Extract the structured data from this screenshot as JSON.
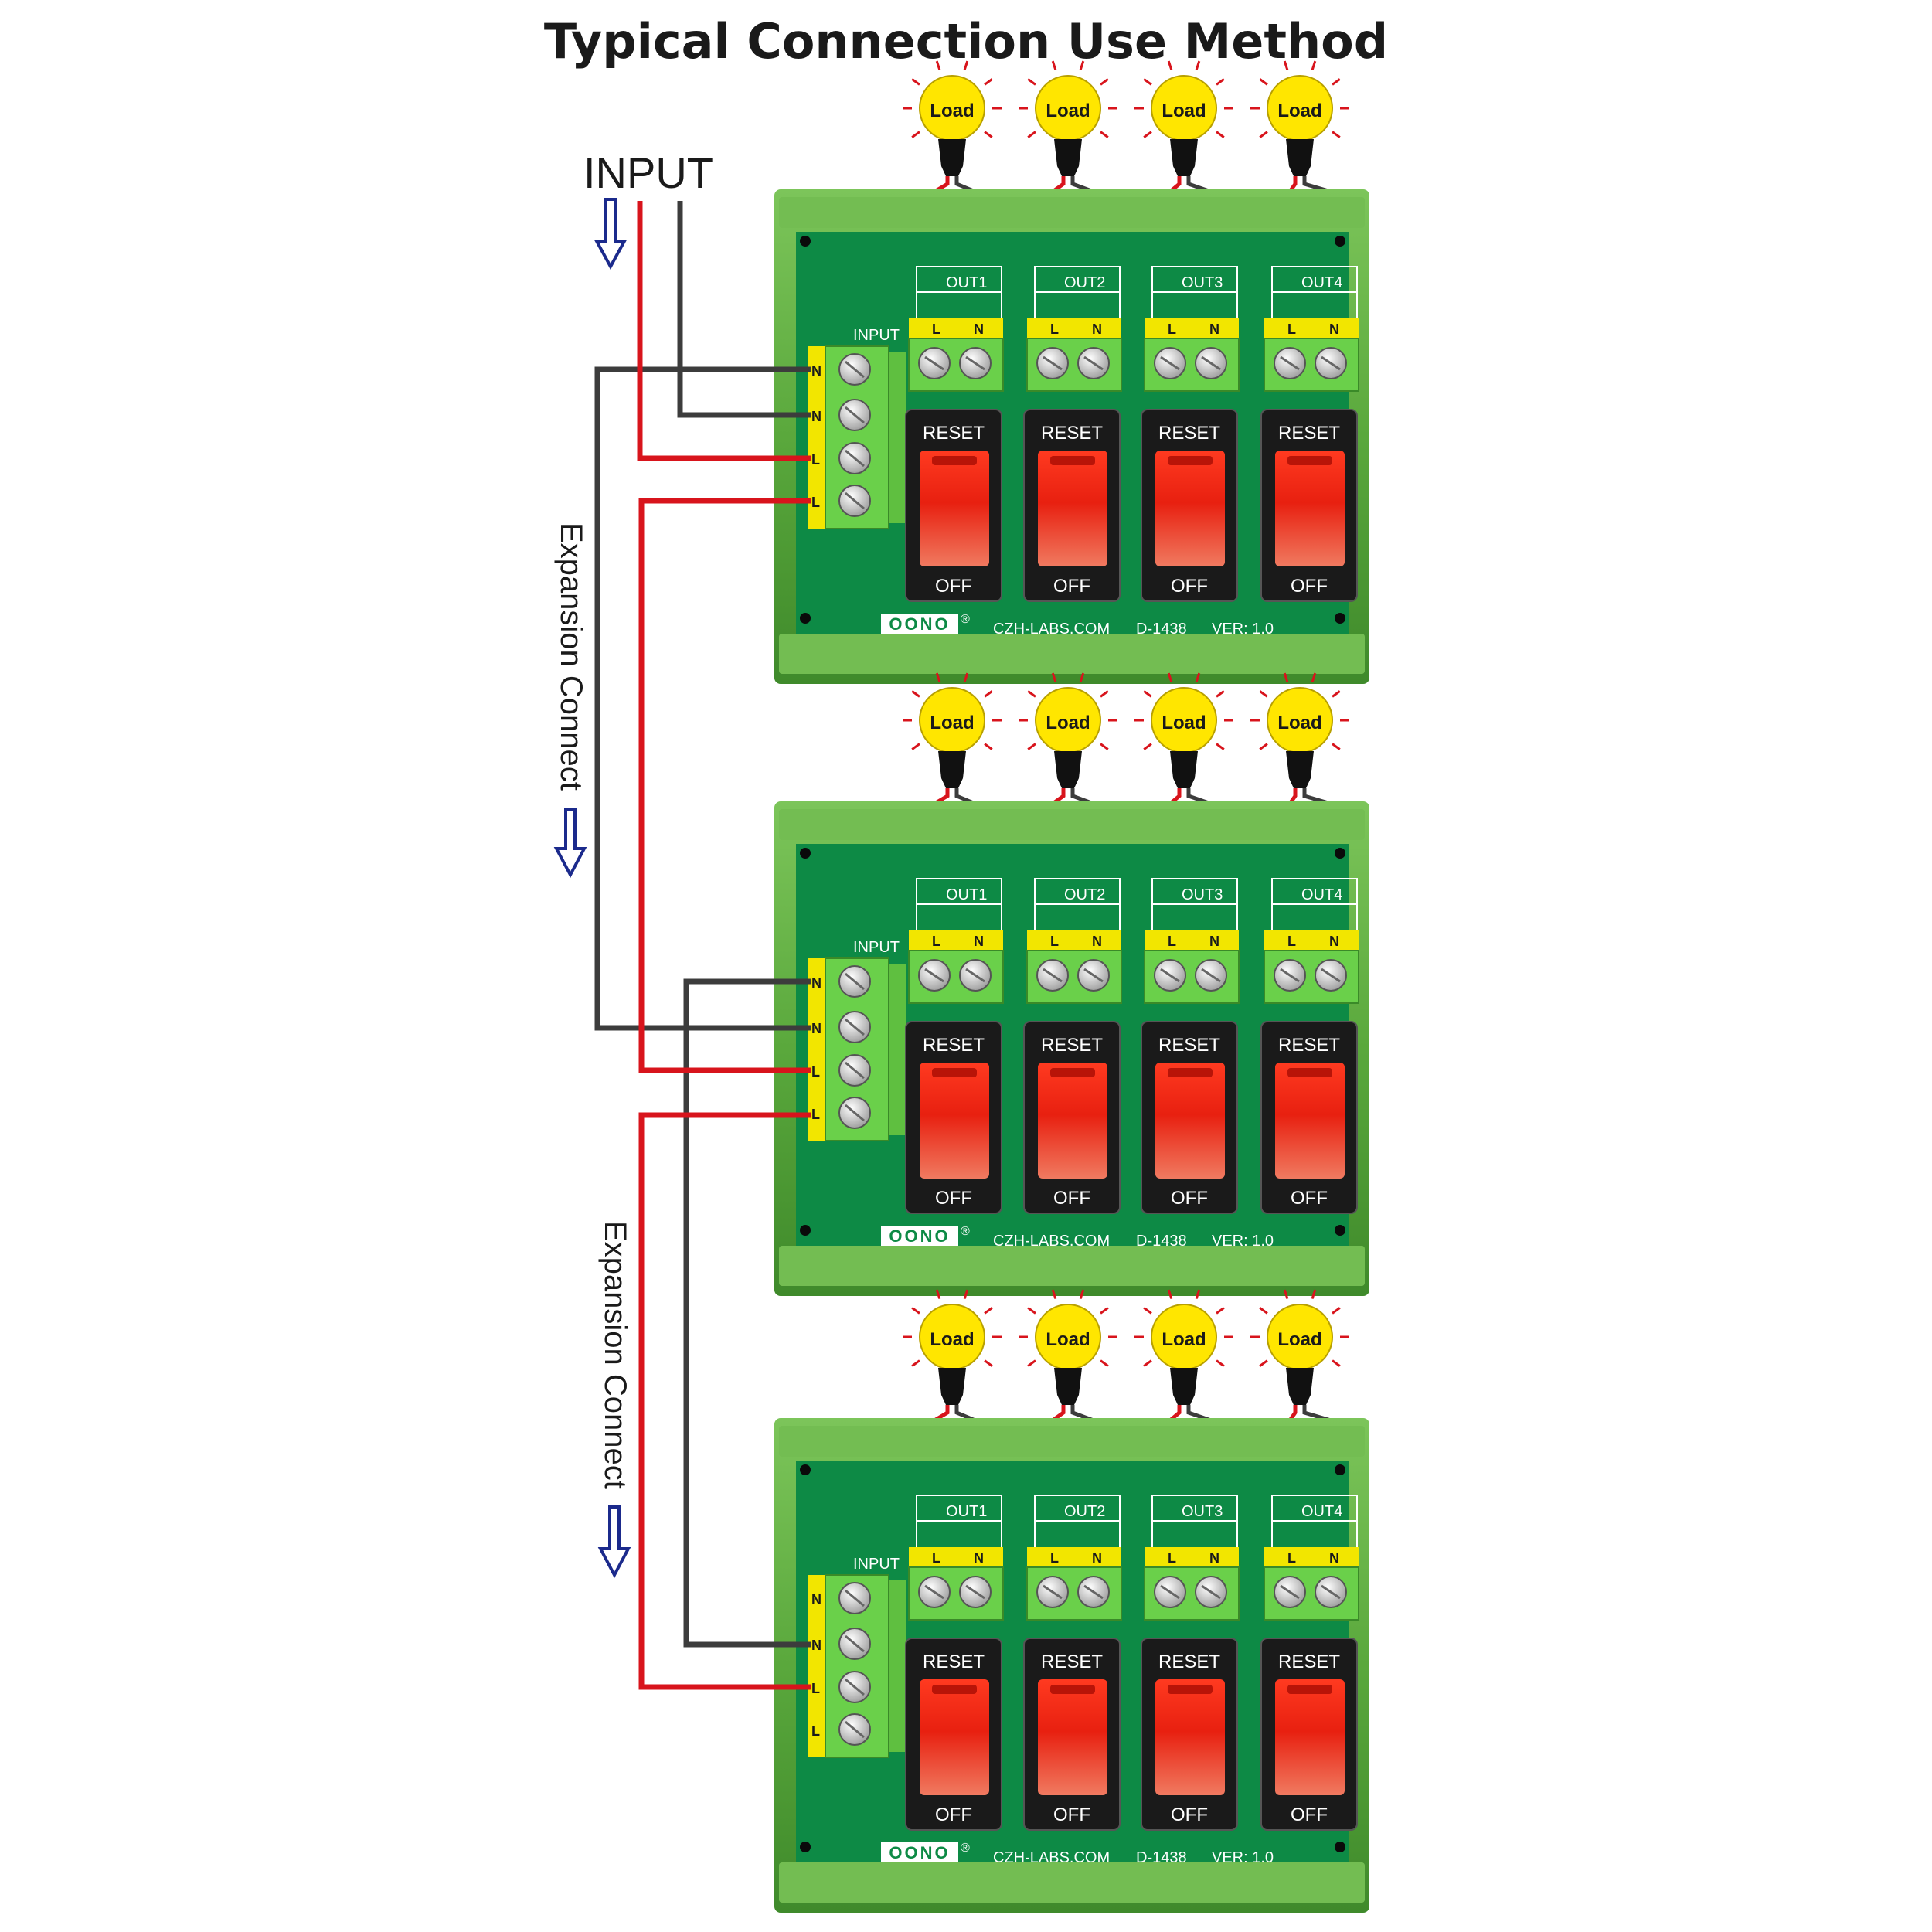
{
  "title": "Typical Connection Use Method",
  "input_label": "INPUT",
  "expansion_label": "Expansion Connect",
  "load_label": "Load",
  "module": {
    "input_header": "INPUT",
    "input_terminals": [
      "N",
      "N",
      "L",
      "L"
    ],
    "out_terminal_marks": [
      "L",
      "N"
    ],
    "outputs": [
      "OUT1",
      "OUT2",
      "OUT3",
      "OUT4"
    ],
    "switch_top": "RESET",
    "switch_bottom": "OFF",
    "brand": "OONO",
    "brand_mark": "®",
    "website": "CZH-LABS.COM",
    "model": "D-1438",
    "version": "VER: 1.0"
  },
  "colors": {
    "board": "#0d8a45",
    "rail": "#5aa83c",
    "live_wire": "#d8141c",
    "neutral_wire": "#3c3c3c",
    "lamp": "#ffe600",
    "terminal_block": "#6ad04a",
    "terminal_label": "#f2e600",
    "switch_body": "#1a1a1a",
    "rocker": "#e22010",
    "arrow": "#1b2a8c"
  }
}
